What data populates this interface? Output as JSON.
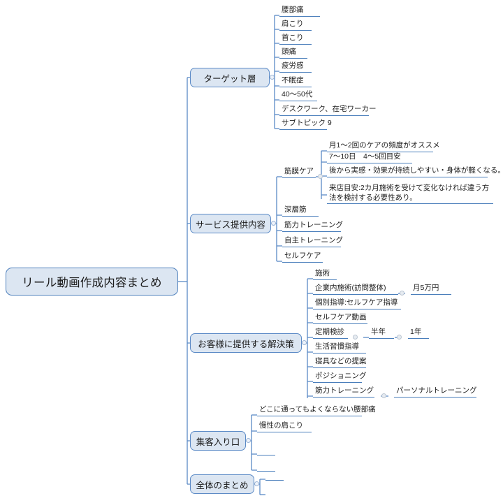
{
  "document": {
    "type": "mindmap",
    "background": "#ffffff",
    "accent_color": "#4f81bd",
    "node_fill": "#dce6f2",
    "underline_color": "#4a7ebb"
  },
  "root": {
    "label": "リール動画作成内容まとめ"
  },
  "branches": [
    {
      "label": "ターゲット層",
      "children": [
        {
          "label": "腰部痛"
        },
        {
          "label": "肩こり"
        },
        {
          "label": "首こり"
        },
        {
          "label": "頭痛"
        },
        {
          "label": "疲労感"
        },
        {
          "label": "不眠症"
        },
        {
          "label": "40〜50代"
        },
        {
          "label": "デスクワーク、在宅ワーカー"
        },
        {
          "label": "サブトピック 9"
        }
      ]
    },
    {
      "label": "サービス提供内容",
      "children": [
        {
          "label": "筋膜ケア",
          "children": [
            {
              "label": "月1〜2回のケアの頻度がオススメ"
            },
            {
              "label": "7〜10日　4〜5回目安"
            },
            {
              "label": "後から実感・効果が持続しやすい・身体が軽くなる。"
            },
            {
              "label": "来店目安:2カ月施術を受けて変化なければ違う方法を検討する必要性あり。"
            }
          ]
        },
        {
          "label": "深層筋"
        },
        {
          "label": "筋力トレーニング"
        },
        {
          "label": "自主トレーニング"
        },
        {
          "label": "セルフケア"
        }
      ]
    },
    {
      "label": "お客様に提供する解決策",
      "children": [
        {
          "label": "施術"
        },
        {
          "label": "企業内施術(訪問整体)",
          "children": [
            {
              "label": "月5万円"
            }
          ]
        },
        {
          "label": "個別指導:セルフケア指導"
        },
        {
          "label": "セルフケア動画"
        },
        {
          "label": "定期検診",
          "children": [
            {
              "label": "半年"
            },
            {
              "label": "1年"
            }
          ]
        },
        {
          "label": "生活習慣指導"
        },
        {
          "label": "寝具などの提案"
        },
        {
          "label": "ポジショニング"
        },
        {
          "label": "筋力トレーニング",
          "children": [
            {
              "label": "パーソナルトレーニング"
            }
          ]
        }
      ]
    },
    {
      "label": "集客入り口",
      "children": [
        {
          "label": "どこに通ってもよくならない腰部痛"
        },
        {
          "label": "慢性の肩こり"
        },
        {
          "label": ""
        },
        {
          "label": ""
        }
      ]
    },
    {
      "label": "全体のまとめ",
      "children": [
        {
          "label": ""
        }
      ]
    }
  ]
}
